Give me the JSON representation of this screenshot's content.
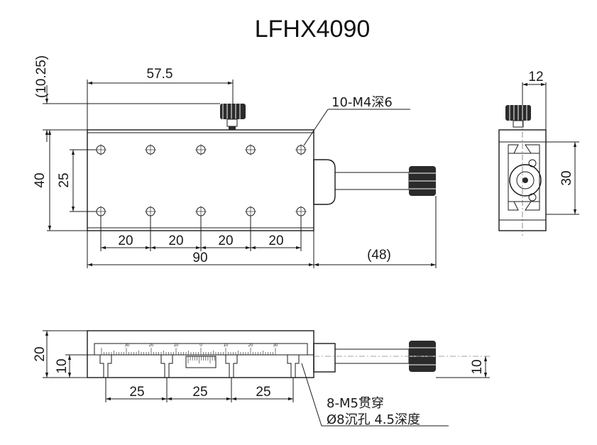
{
  "title": "LFHX4090",
  "top_view": {
    "dim_height_paren": "(10.25)",
    "dim_knob_offset": "57.5",
    "dim_overall_height": "40",
    "dim_hole_spacing_v": "25",
    "dim_hole_pitch": [
      "20",
      "20",
      "20",
      "20"
    ],
    "dim_length": "90",
    "dim_micrometer": "(48)",
    "note_holes": "10-M4深6"
  },
  "side_view": {
    "dim_width_top": "12",
    "dim_height_right": "30"
  },
  "front_view": {
    "dim_height": "20",
    "dim_mid": "10",
    "dim_right": "10",
    "dim_pitch": [
      "25",
      "25",
      "25"
    ],
    "scale_labels": [
      "30",
      "20",
      "10",
      "0",
      "10",
      "20",
      "30"
    ],
    "note_line1": "8-M5贯穿",
    "note_line2": "Ø8沉孔 4.5深度"
  },
  "colors": {
    "line": "#1a1a1a",
    "knob": "#2b2b2b"
  }
}
